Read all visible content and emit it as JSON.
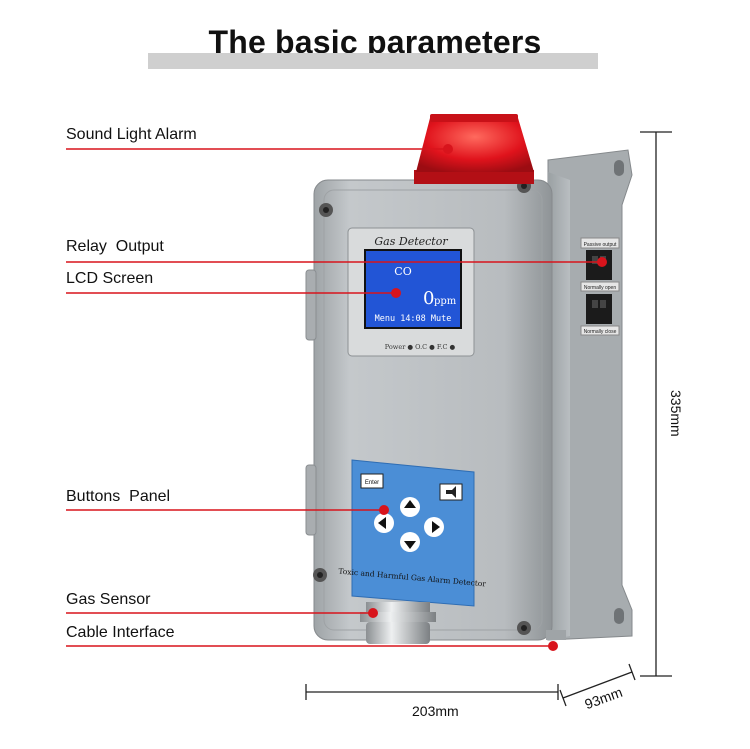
{
  "title": "The basic parameters",
  "labels": {
    "sound_light_alarm": "Sound Light Alarm",
    "relay_output": "Relay  Output",
    "lcd_screen": "LCD Screen",
    "buttons_panel": "Buttons  Panel",
    "gas_sensor": "Gas Sensor",
    "cable_interface": "Cable Interface"
  },
  "device": {
    "screen_label": "Gas Detector",
    "lcd_gas": "CO",
    "lcd_value": "0",
    "lcd_unit": "ppm",
    "lcd_status": "Menu  14:08 Mute",
    "indicators": "Power ●  O.C ●  F.C ●",
    "keypad_label": "Toxic and Harmful Gas Alarm Detector",
    "enter_key": "Enter",
    "relay_top": "Passive output",
    "relay_mid": "Normally open",
    "relay_bot": "Normally close"
  },
  "dimensions": {
    "height": "335mm",
    "width": "203mm",
    "depth": "93mm"
  },
  "colors": {
    "leader": "#d8141c",
    "housing": "#b5babd",
    "alarm": "#e0131c",
    "lcd": "#2255d6",
    "keypad": "#4b8ed6"
  }
}
